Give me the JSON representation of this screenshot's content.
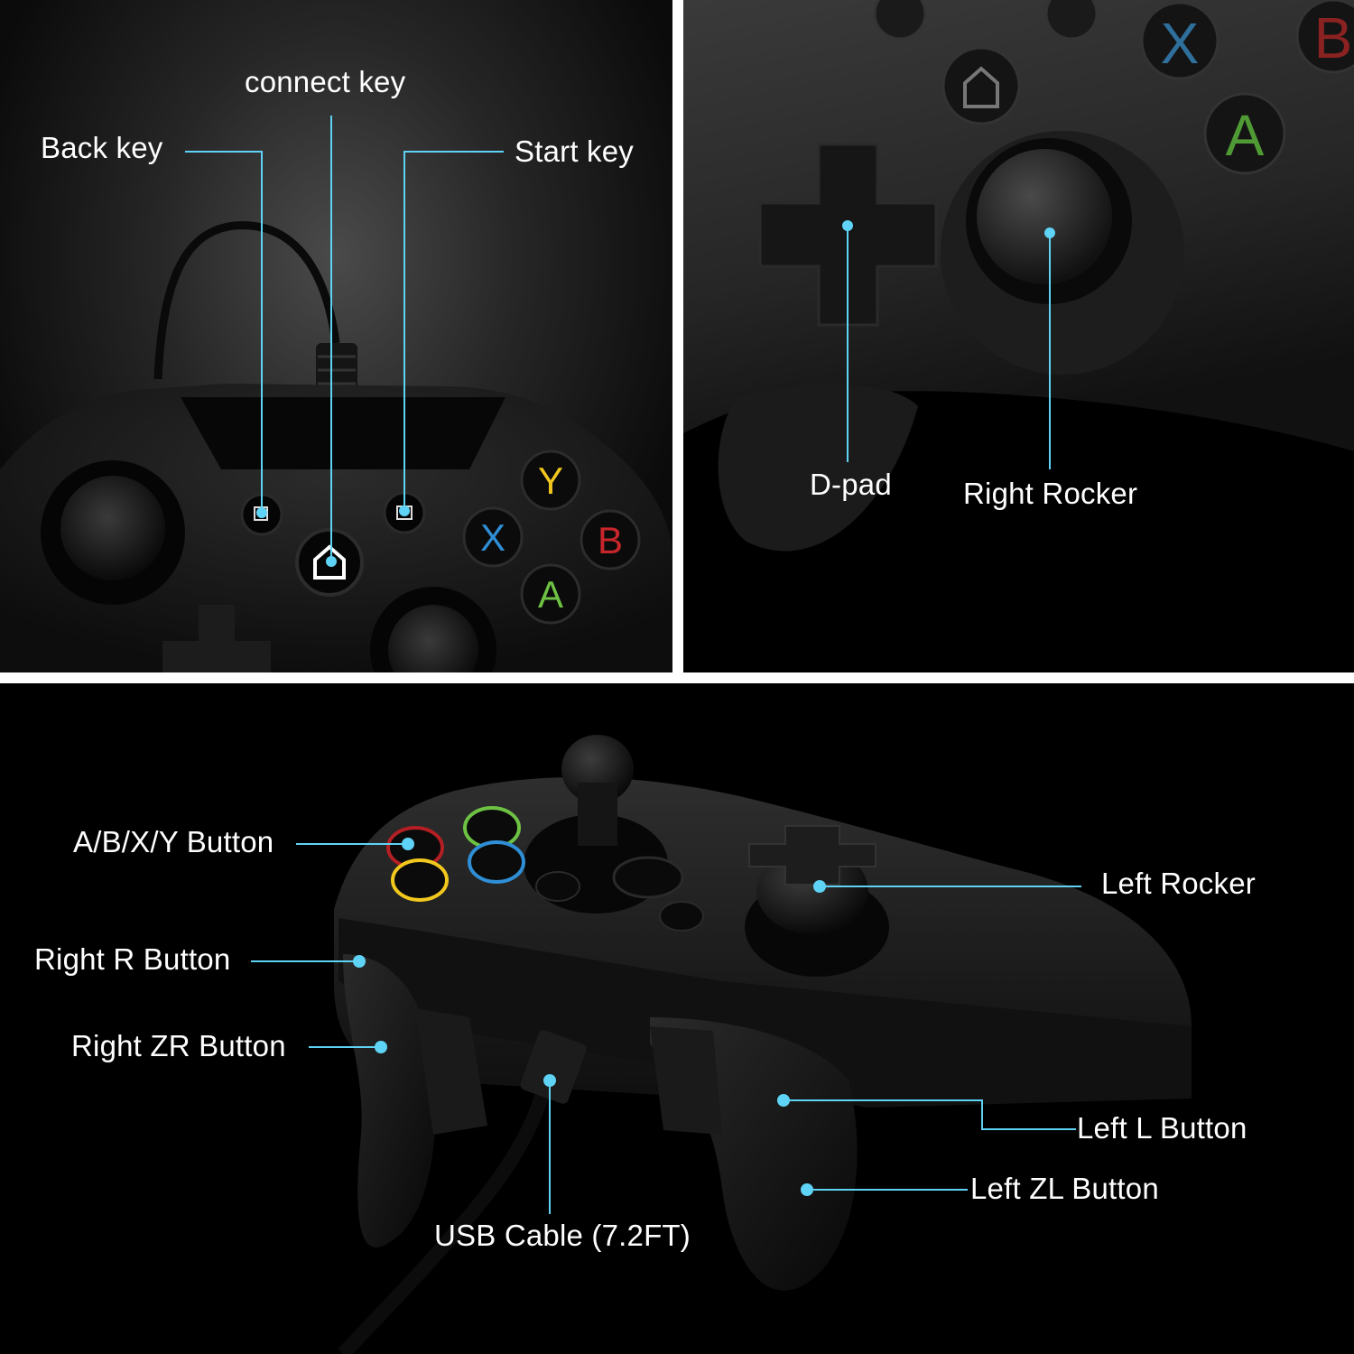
{
  "accent_color": "#5fd3f5",
  "top_left": {
    "labels": {
      "connect_key": "connect key",
      "back_key": "Back key",
      "start_key": "Start key"
    },
    "face_buttons": {
      "y": "Y",
      "x": "X",
      "b": "B",
      "a": "A"
    }
  },
  "top_right": {
    "labels": {
      "d_pad": "D-pad",
      "right_rocker": "Right Rocker"
    },
    "face_buttons": {
      "x": "X",
      "a": "A",
      "b": "B"
    }
  },
  "bottom": {
    "labels": {
      "abxy_button": "A/B/X/Y Button",
      "right_r_button": "Right R Button",
      "right_zr_button": "Right ZR Button",
      "left_rocker": "Left Rocker",
      "left_l_button": "Left L Button",
      "left_zl_button": "Left ZL Button",
      "usb_cable": "USB Cable (7.2FT)"
    }
  },
  "button_colors": {
    "a": "#6ec243",
    "b": "#c8262b",
    "x": "#2f8fd6",
    "y": "#f2c81e"
  }
}
